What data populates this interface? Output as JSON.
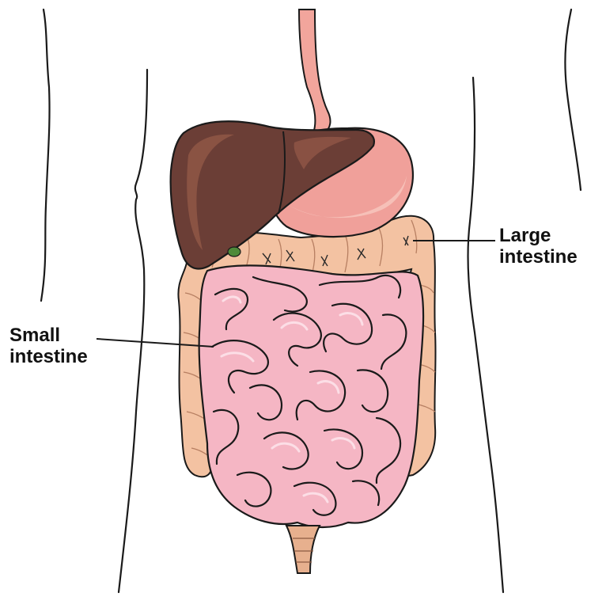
{
  "labels": {
    "large_intestine": {
      "line1": "Large",
      "line2": "intestine"
    },
    "small_intestine": {
      "line1": "Small",
      "line2": "intestine"
    }
  },
  "colors": {
    "outline": "#1a1a1a",
    "liver": "#6b3e36",
    "liver_highlight": "#8e5545",
    "stomach": "#f0a09a",
    "stomach_light": "#f6c0b8",
    "esophagus": "#f2a59c",
    "small_intestine": "#f5b6c4",
    "large_intestine": "#f3c2a2",
    "appendix": "#e7b08e"
  }
}
